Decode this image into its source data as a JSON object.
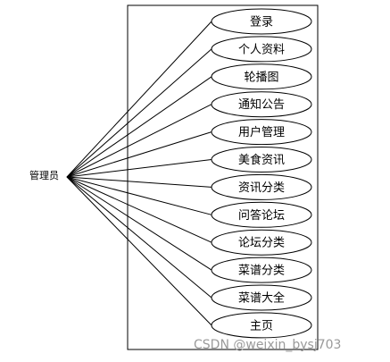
{
  "actor": {
    "label": "管理员"
  },
  "use_cases": [
    {
      "label": "登录"
    },
    {
      "label": "个人资料"
    },
    {
      "label": "轮播图"
    },
    {
      "label": "通知公告"
    },
    {
      "label": "用户管理"
    },
    {
      "label": "美食资讯"
    },
    {
      "label": "资讯分类"
    },
    {
      "label": "问答论坛"
    },
    {
      "label": "论坛分类"
    },
    {
      "label": "菜谱分类"
    },
    {
      "label": "菜谱大全"
    },
    {
      "label": "主页"
    }
  ],
  "watermark": {
    "text": "CSDN @weixin_bysj703"
  },
  "colors": {
    "stroke": "#000000",
    "background": "#ffffff",
    "watermark": "#9a9a9a"
  }
}
